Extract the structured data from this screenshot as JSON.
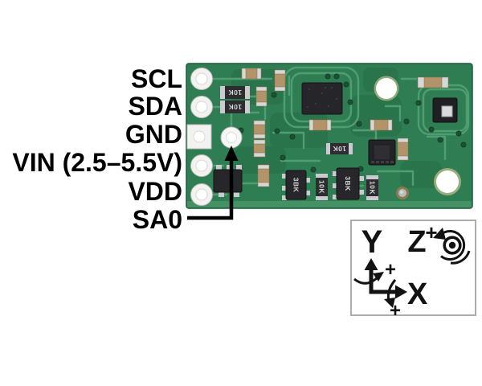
{
  "pins": {
    "items": [
      {
        "label": "SCL"
      },
      {
        "label": "SDA"
      },
      {
        "label": "GND"
      },
      {
        "label": "VIN (2.5–5.5V)"
      },
      {
        "label": "VDD"
      },
      {
        "label": "SA0"
      }
    ]
  },
  "board": {
    "base_color": "#2F7E53",
    "trace_color": "#4F9E72",
    "edge_color": "#459163",
    "resistor_marking": "10K",
    "sot_marking": "3BK"
  },
  "annotation": {
    "arrow_color": "#000000",
    "label_color": "#000000"
  },
  "axis_inset": {
    "border_color": "#ADADAD",
    "y_label": "Y",
    "z_label": "Z",
    "x_label": "X",
    "z_plus": "+",
    "y_plus": "+",
    "x_plus": "+"
  }
}
